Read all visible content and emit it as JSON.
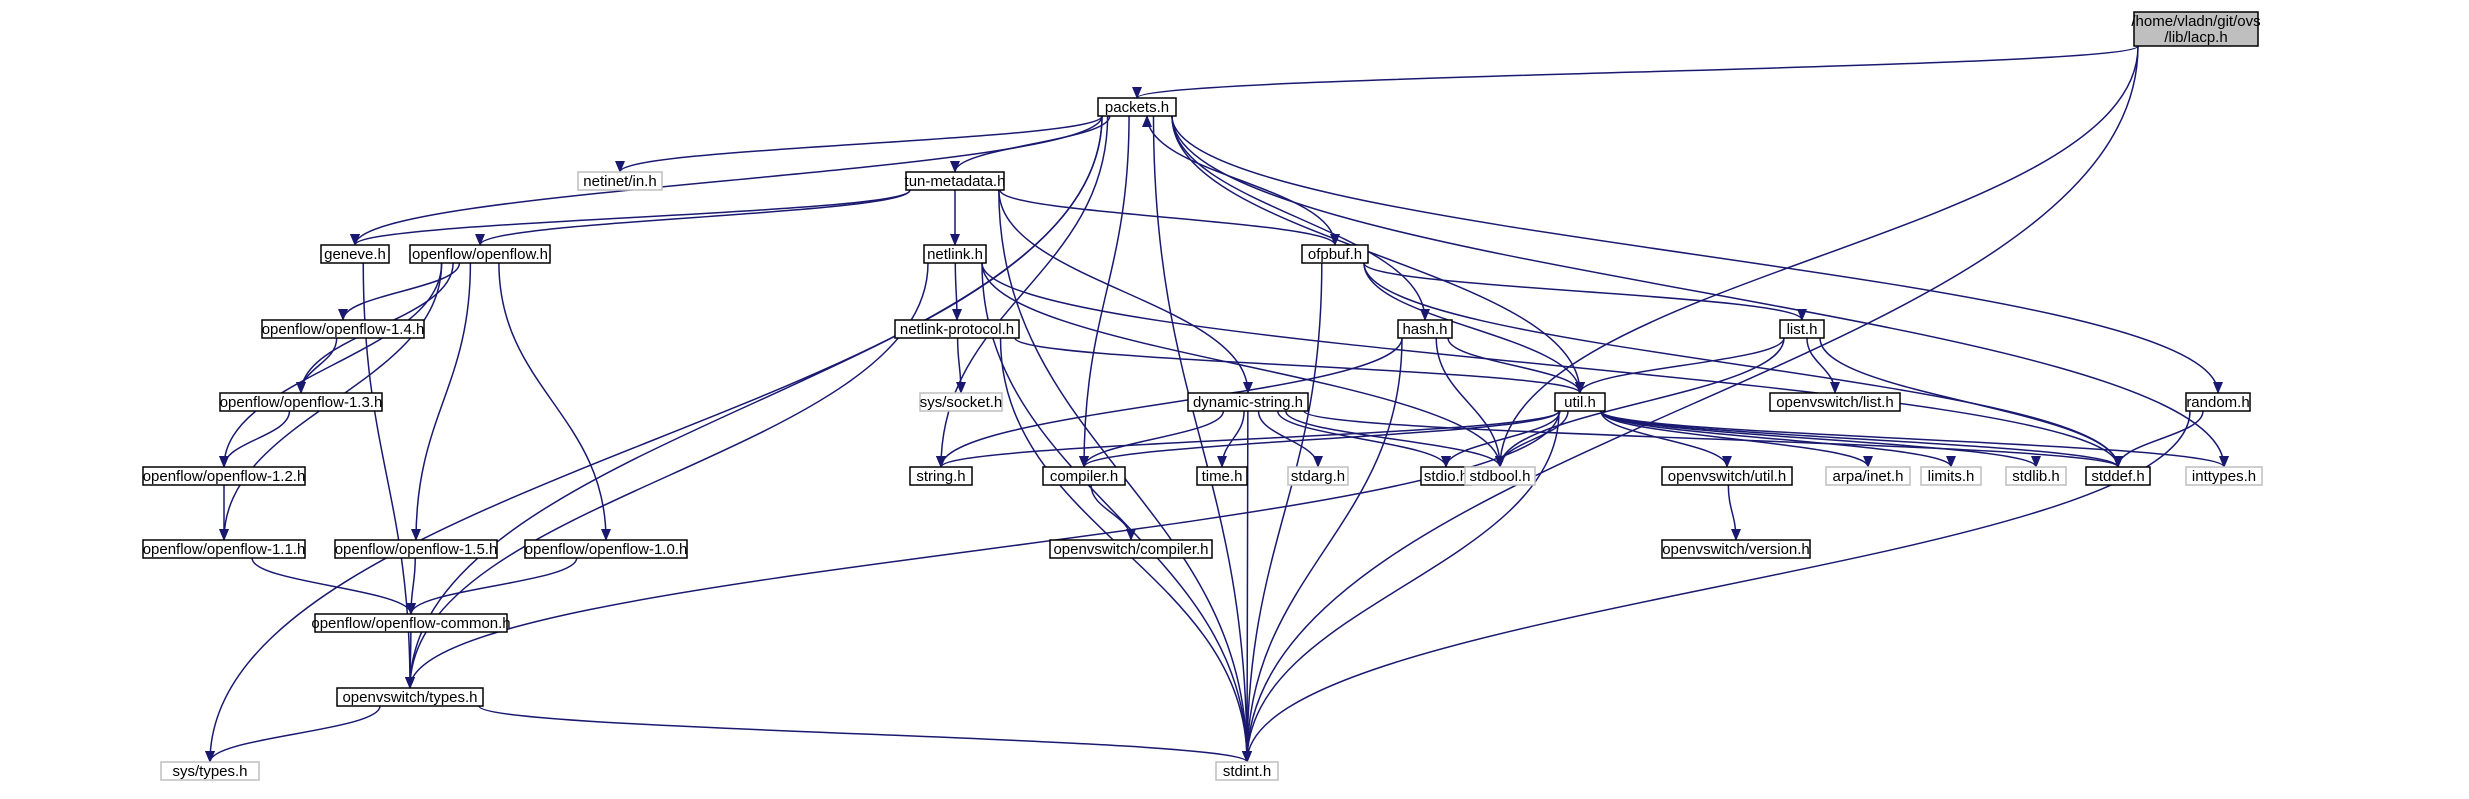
{
  "colors": {
    "edge": "#191970",
    "root_fill": "#bfbfbf",
    "documented_border": "#000000",
    "external_border": "#bfbfbf",
    "background": "#ffffff"
  },
  "nodes": [
    {
      "id": "lacp",
      "lines": [
        "/home/vladn/git/ovs",
        "/lib/lacp.h"
      ],
      "kind": "root"
    },
    {
      "id": "packets",
      "lines": [
        "packets.h"
      ],
      "kind": "doc"
    },
    {
      "id": "netinet_in",
      "lines": [
        "netinet/in.h"
      ],
      "kind": "ext"
    },
    {
      "id": "tun_metadata",
      "lines": [
        "tun-metadata.h"
      ],
      "kind": "doc"
    },
    {
      "id": "geneve",
      "lines": [
        "geneve.h"
      ],
      "kind": "doc"
    },
    {
      "id": "openflow",
      "lines": [
        "openflow/openflow.h"
      ],
      "kind": "doc"
    },
    {
      "id": "netlink",
      "lines": [
        "netlink.h"
      ],
      "kind": "doc"
    },
    {
      "id": "ofpbuf",
      "lines": [
        "ofpbuf.h"
      ],
      "kind": "doc"
    },
    {
      "id": "of14",
      "lines": [
        "openflow/openflow-1.4.h"
      ],
      "kind": "doc"
    },
    {
      "id": "netlink_protocol",
      "lines": [
        "netlink-protocol.h"
      ],
      "kind": "doc"
    },
    {
      "id": "hash",
      "lines": [
        "hash.h"
      ],
      "kind": "doc"
    },
    {
      "id": "list",
      "lines": [
        "list.h"
      ],
      "kind": "doc"
    },
    {
      "id": "of13",
      "lines": [
        "openflow/openflow-1.3.h"
      ],
      "kind": "doc"
    },
    {
      "id": "sys_socket",
      "lines": [
        "sys/socket.h"
      ],
      "kind": "ext"
    },
    {
      "id": "ovs_list",
      "lines": [
        "openvswitch/list.h"
      ],
      "kind": "doc"
    },
    {
      "id": "random",
      "lines": [
        "random.h"
      ],
      "kind": "doc"
    },
    {
      "id": "dynamic_string",
      "lines": [
        "dynamic-string.h"
      ],
      "kind": "doc"
    },
    {
      "id": "util",
      "lines": [
        "util.h"
      ],
      "kind": "doc"
    },
    {
      "id": "of12",
      "lines": [
        "openflow/openflow-1.2.h"
      ],
      "kind": "doc"
    },
    {
      "id": "string",
      "lines": [
        "string.h"
      ],
      "kind": "doc"
    },
    {
      "id": "compiler",
      "lines": [
        "compiler.h"
      ],
      "kind": "doc"
    },
    {
      "id": "time",
      "lines": [
        "time.h"
      ],
      "kind": "doc"
    },
    {
      "id": "stdarg",
      "lines": [
        "stdarg.h"
      ],
      "kind": "ext"
    },
    {
      "id": "stdio",
      "lines": [
        "stdio.h"
      ],
      "kind": "doc"
    },
    {
      "id": "stdbool",
      "lines": [
        "stdbool.h"
      ],
      "kind": "ext"
    },
    {
      "id": "ovs_util",
      "lines": [
        "openvswitch/util.h"
      ],
      "kind": "doc"
    },
    {
      "id": "arpa_inet",
      "lines": [
        "arpa/inet.h"
      ],
      "kind": "ext"
    },
    {
      "id": "limits",
      "lines": [
        "limits.h"
      ],
      "kind": "ext"
    },
    {
      "id": "stdlib",
      "lines": [
        "stdlib.h"
      ],
      "kind": "ext"
    },
    {
      "id": "stddef",
      "lines": [
        "stddef.h"
      ],
      "kind": "doc"
    },
    {
      "id": "inttypes",
      "lines": [
        "inttypes.h"
      ],
      "kind": "ext"
    },
    {
      "id": "of11",
      "lines": [
        "openflow/openflow-1.1.h"
      ],
      "kind": "doc"
    },
    {
      "id": "of15",
      "lines": [
        "openflow/openflow-1.5.h"
      ],
      "kind": "doc"
    },
    {
      "id": "of10",
      "lines": [
        "openflow/openflow-1.0.h"
      ],
      "kind": "doc"
    },
    {
      "id": "ovs_compiler",
      "lines": [
        "openvswitch/compiler.h"
      ],
      "kind": "doc"
    },
    {
      "id": "ovs_version",
      "lines": [
        "openvswitch/version.h"
      ],
      "kind": "doc"
    },
    {
      "id": "of_common",
      "lines": [
        "openflow/openflow-common.h"
      ],
      "kind": "doc"
    },
    {
      "id": "ovs_types",
      "lines": [
        "openvswitch/types.h"
      ],
      "kind": "doc"
    },
    {
      "id": "sys_types",
      "lines": [
        "sys/types.h"
      ],
      "kind": "ext"
    },
    {
      "id": "stdint",
      "lines": [
        "stdint.h"
      ],
      "kind": "ext"
    }
  ],
  "edges": [
    [
      "lacp",
      "packets"
    ],
    [
      "lacp",
      "stdbool"
    ],
    [
      "lacp",
      "stdint"
    ],
    [
      "packets",
      "netinet_in"
    ],
    [
      "packets",
      "tun_metadata"
    ],
    [
      "packets",
      "geneve"
    ],
    [
      "packets",
      "compiler"
    ],
    [
      "packets",
      "string"
    ],
    [
      "packets",
      "hash"
    ],
    [
      "packets",
      "util"
    ],
    [
      "packets",
      "random"
    ],
    [
      "packets",
      "inttypes"
    ],
    [
      "packets",
      "stdint"
    ],
    [
      "packets",
      "ovs_types"
    ],
    [
      "packets",
      "sys_types"
    ],
    [
      "tun_metadata",
      "geneve"
    ],
    [
      "tun_metadata",
      "openflow"
    ],
    [
      "tun_metadata",
      "netlink"
    ],
    [
      "tun_metadata",
      "ofpbuf"
    ],
    [
      "tun_metadata",
      "dynamic_string"
    ],
    [
      "tun_metadata",
      "stdint"
    ],
    [
      "geneve",
      "ovs_types"
    ],
    [
      "openflow",
      "of14"
    ],
    [
      "openflow",
      "of13"
    ],
    [
      "openflow",
      "of12"
    ],
    [
      "openflow",
      "of11"
    ],
    [
      "openflow",
      "of15"
    ],
    [
      "openflow",
      "of10"
    ],
    [
      "of14",
      "of13"
    ],
    [
      "of13",
      "of12"
    ],
    [
      "of12",
      "of11"
    ],
    [
      "of11",
      "of_common"
    ],
    [
      "of15",
      "of_common"
    ],
    [
      "of10",
      "of_common"
    ],
    [
      "of_common",
      "ovs_types"
    ],
    [
      "netlink",
      "netlink_protocol"
    ],
    [
      "netlink",
      "stdbool"
    ],
    [
      "netlink",
      "stddef"
    ],
    [
      "netlink",
      "stdint"
    ],
    [
      "netlink",
      "ovs_types"
    ],
    [
      "netlink_protocol",
      "sys_socket"
    ],
    [
      "netlink_protocol",
      "util"
    ],
    [
      "netlink_protocol",
      "stdint"
    ],
    [
      "ofpbuf",
      "packets"
    ],
    [
      "ofpbuf",
      "list"
    ],
    [
      "ofpbuf",
      "util"
    ],
    [
      "ofpbuf",
      "stddef"
    ],
    [
      "ofpbuf",
      "stdint"
    ],
    [
      "list",
      "ovs_list"
    ],
    [
      "list",
      "util"
    ],
    [
      "list",
      "stdbool"
    ],
    [
      "list",
      "stddef"
    ],
    [
      "hash",
      "string"
    ],
    [
      "hash",
      "stdbool"
    ],
    [
      "hash",
      "stdint"
    ],
    [
      "hash",
      "util"
    ],
    [
      "random",
      "stddef"
    ],
    [
      "random",
      "stdint"
    ],
    [
      "dynamic_string",
      "compiler"
    ],
    [
      "dynamic_string",
      "time"
    ],
    [
      "dynamic_string",
      "stdarg"
    ],
    [
      "dynamic_string",
      "stdio"
    ],
    [
      "dynamic_string",
      "stdbool"
    ],
    [
      "dynamic_string",
      "stddef"
    ],
    [
      "dynamic_string",
      "stdint"
    ],
    [
      "util",
      "string"
    ],
    [
      "util",
      "compiler"
    ],
    [
      "util",
      "stdio"
    ],
    [
      "util",
      "stdbool"
    ],
    [
      "util",
      "ovs_util"
    ],
    [
      "util",
      "arpa_inet"
    ],
    [
      "util",
      "limits"
    ],
    [
      "util",
      "stdlib"
    ],
    [
      "util",
      "stddef"
    ],
    [
      "util",
      "inttypes"
    ],
    [
      "util",
      "stdint"
    ],
    [
      "util",
      "ovs_types"
    ],
    [
      "compiler",
      "ovs_compiler"
    ],
    [
      "ovs_util",
      "ovs_version"
    ],
    [
      "ovs_types",
      "sys_types"
    ],
    [
      "ovs_types",
      "stdint"
    ]
  ]
}
